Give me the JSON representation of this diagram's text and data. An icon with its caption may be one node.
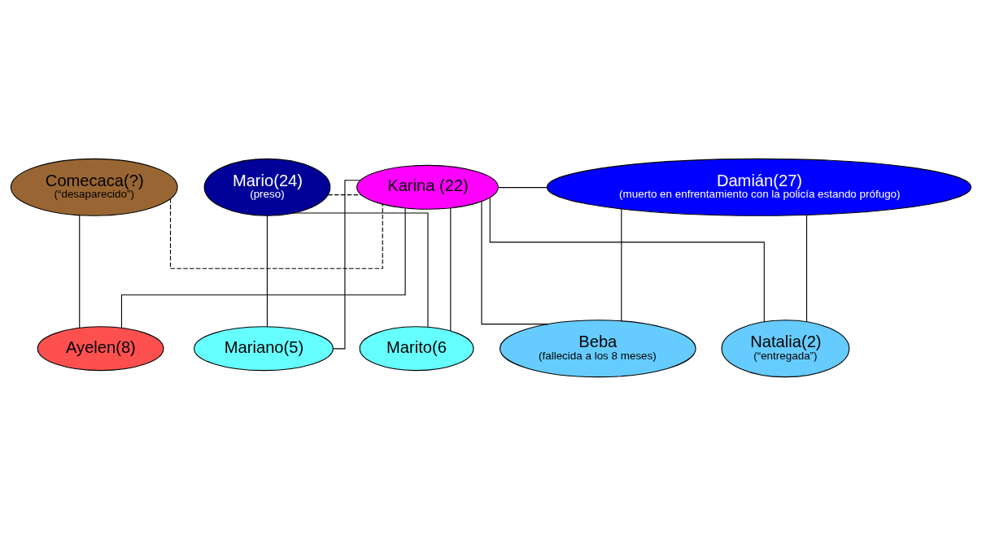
{
  "diagram": {
    "nodes": [
      {
        "text": [
          "Comecaca(?)",
          "(“desaparecido”)"
        ]
      },
      {
        "text": [
          "Mario(24)",
          "(preso)"
        ]
      },
      {
        "text": [
          "Karina (22)"
        ]
      },
      {
        "text": [
          "Damián(27)",
          "(muerto en enfrentamiento con la policía estando prófugo)"
        ]
      },
      {
        "text": [
          "Ayelen(8)"
        ]
      },
      {
        "text": [
          "Marito(6"
        ]
      },
      {
        "text": [
          "Mariano(5)"
        ]
      },
      {
        "text": [
          "Natalia(2)",
          "(“entregada”)"
        ]
      },
      {
        "text": [
          "Beba",
          "(fallecida a los 8 meses)"
        ]
      }
    ],
    "edges": [
      {
        "from": 0,
        "to": 2,
        "arrow": "none",
        "style": "dashed"
      },
      {
        "from": 0,
        "to": 4,
        "arrow": "none"
      },
      {
        "from": 2,
        "to": 4,
        "arrow": "none"
      },
      {
        "from": 1,
        "to": 2,
        "arrow": "none",
        "style": "dashed"
      },
      {
        "from": 1,
        "to": 5,
        "arrow": "none"
      },
      {
        "from": 2,
        "to": 5,
        "arrow": "none"
      },
      {
        "from": 1,
        "to": 6,
        "arrow": "none"
      },
      {
        "from": 2,
        "to": 6,
        "arrow": "none"
      },
      {
        "from": 2,
        "to": 3,
        "arrow": "none"
      },
      {
        "from": 2,
        "to": 7,
        "arrow": "none"
      },
      {
        "from": 3,
        "to": 7,
        "arrow": "none"
      },
      {
        "from": 2,
        "to": 8,
        "arrow": "none"
      },
      {
        "from": 3,
        "to": 8,
        "arrow": "none"
      }
    ]
  }
}
